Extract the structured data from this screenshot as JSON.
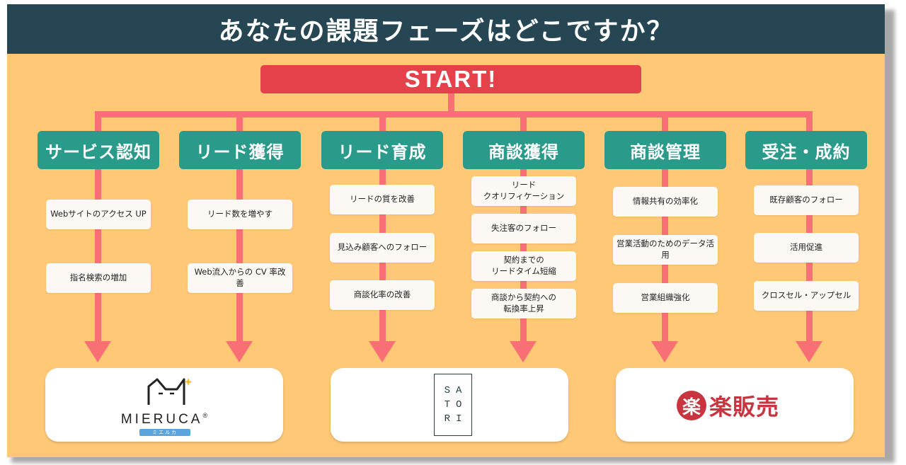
{
  "header": {
    "title": "あなたの課題フェーズはどこですか？"
  },
  "start": {
    "label": "START!"
  },
  "categories": [
    {
      "label": "サービス認知",
      "items": [
        "Webサイトのアクセス UP",
        "指名検索の増加"
      ]
    },
    {
      "label": "リード獲得",
      "items": [
        "リード数を増やす",
        "Web流入からの CV 率改善"
      ]
    },
    {
      "label": "リード育成",
      "items": [
        "リードの質を改善",
        "見込み顧客へのフォロー",
        "商談化率の改善"
      ]
    },
    {
      "label": "商談獲得",
      "items": [
        "リード\nクオリフィケーション",
        "失注客のフォロー",
        "契約までの\nリードタイム短縮",
        "商談から契約への\n転換率上昇"
      ]
    },
    {
      "label": "商談管理",
      "items": [
        "情報共有の効率化",
        "営業活動のためのデータ活用",
        "営業組織強化"
      ]
    },
    {
      "label": "受注・成約",
      "items": [
        "既存顧客のフォロー",
        "活用促進",
        "クロスセル・アップセル"
      ]
    }
  ],
  "logos": {
    "mieruca": {
      "name": "MIERUCA",
      "mark": "®",
      "sub": "ミエルカ"
    },
    "satori": {
      "lines": [
        "SA",
        "TO",
        "RI"
      ]
    },
    "rakuraku": {
      "mark": "楽",
      "text": "楽販売"
    }
  },
  "colors": {
    "header_bg": "#254652",
    "background": "#fec876",
    "start_bg": "#e5414b",
    "connector": "#f87076",
    "category_bg": "#2a9a8a",
    "item_bg": "#fcf8f3",
    "rakuraku_red": "#c7353f",
    "mieruca_blue": "#5ba5dc"
  }
}
